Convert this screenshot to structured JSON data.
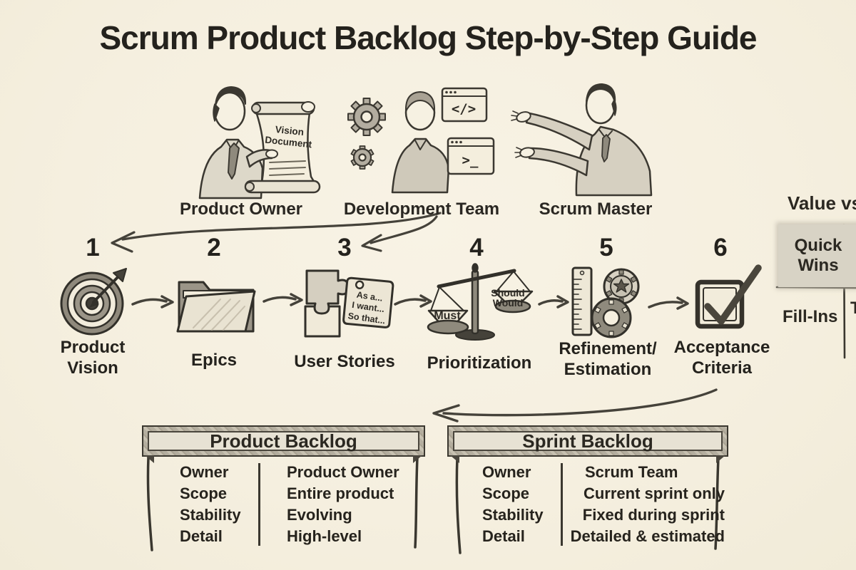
{
  "title": "Scrum Product Backlog Step-by-Step Guide",
  "roles": {
    "product_owner": {
      "label": "Product Owner",
      "document_title": "Vision Document"
    },
    "development_team": {
      "label": "Development Team",
      "code_window_text": "</>",
      "terminal_window_text": ">_"
    },
    "scrum_master": {
      "label": "Scrum Master"
    }
  },
  "steps": [
    {
      "number": "1",
      "label": "Product Vision"
    },
    {
      "number": "2",
      "label": "Epics"
    },
    {
      "number": "3",
      "label": "User Stories",
      "tag": {
        "line1": "As a...",
        "line2": "I want...",
        "line3": "So that..."
      }
    },
    {
      "number": "4",
      "label": "Prioritization",
      "scale": {
        "left_pan": "Must",
        "right_pan_top": "Should",
        "right_pan_bottom": "Would"
      }
    },
    {
      "number": "5",
      "label": "Refinement/ Estimation"
    },
    {
      "number": "6",
      "label": "Acceptance Criteria"
    }
  ],
  "value_matrix": {
    "heading": "Value vs",
    "quick_wins": "Quick Wins",
    "fill_ins": "Fill-Ins",
    "edge_label": "T"
  },
  "tables": {
    "product_backlog": {
      "title": "Product Backlog",
      "rows": [
        {
          "label": "Owner",
          "value": "Product Owner"
        },
        {
          "label": "Scope",
          "value": "Entire product"
        },
        {
          "label": "Stability",
          "value": "Evolving"
        },
        {
          "label": "Detail",
          "value": "High-level"
        }
      ]
    },
    "sprint_backlog": {
      "title": "Sprint Backlog",
      "rows": [
        {
          "label": "Owner",
          "value": "Scrum Team"
        },
        {
          "label": "Scope",
          "value": "Current sprint only"
        },
        {
          "label": "Stability",
          "value": "Fixed during sprint"
        },
        {
          "label": "Detail",
          "value": "Detailed & estimated"
        }
      ]
    }
  },
  "colors": {
    "background": "#f5efdf",
    "ink": "#2b2821",
    "shade": "#d8d3c5"
  }
}
